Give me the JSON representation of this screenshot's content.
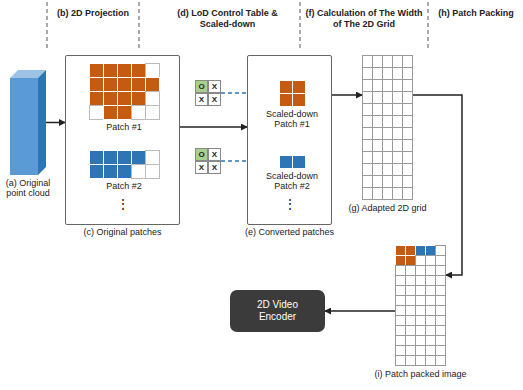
{
  "diagram": {
    "nodes": [
      {
        "text": [
          "(a) Original point cloud"
        ]
      },
      {
        "text": [
          "(c) Original patches"
        ]
      },
      {
        "text": [
          "Patch #1"
        ],
        "in": 1
      },
      {
        "text": [
          "Patch #2"
        ],
        "in": 1
      },
      {
        "text": [
          "O",
          "X",
          "X",
          "X"
        ]
      },
      {
        "text": [
          "O",
          "X",
          "X",
          "X"
        ]
      },
      {
        "text": [
          "(e) Converted patches"
        ]
      },
      {
        "text": [
          "Scaled-down Patch #1"
        ],
        "in": 6
      },
      {
        "text": [
          "Scaled-down Patch #2"
        ],
        "in": 6
      },
      {
        "text": [
          "(g) Adapted 2D grid"
        ]
      },
      {
        "text": [
          "(i) Patch packed image"
        ]
      },
      {
        "text": [
          "2D Video Encoder"
        ]
      }
    ],
    "edges": [
      {
        "from": 0,
        "to": 1,
        "arrow": "to"
      },
      {
        "from": 1,
        "to": 6,
        "arrow": "to"
      },
      {
        "from": 4,
        "to": 7,
        "arrow": "to"
      },
      {
        "from": 5,
        "to": 8,
        "arrow": "to"
      },
      {
        "from": 6,
        "to": 9,
        "arrow": "to"
      },
      {
        "from": 9,
        "to": 10,
        "arrow": "to"
      },
      {
        "from": 10,
        "to": 11,
        "arrow": "to"
      }
    ],
    "labels": [
      "(b) 2D Projection",
      "(d) LoD Control Table & Scaled-down",
      "(f) Calculation of The Width of The 2D Grid",
      "(h) Patch Packing",
      "⋮",
      "⋮"
    ]
  }
}
